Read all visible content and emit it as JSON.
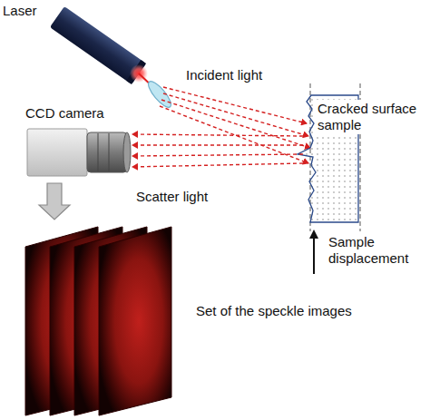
{
  "diagram": {
    "labels": [
      "Laser",
      "Incident light",
      "CCD camera",
      "Cracked surface sample",
      "Scatter light",
      "Sample displacement",
      "Set of the speckle images"
    ]
  }
}
